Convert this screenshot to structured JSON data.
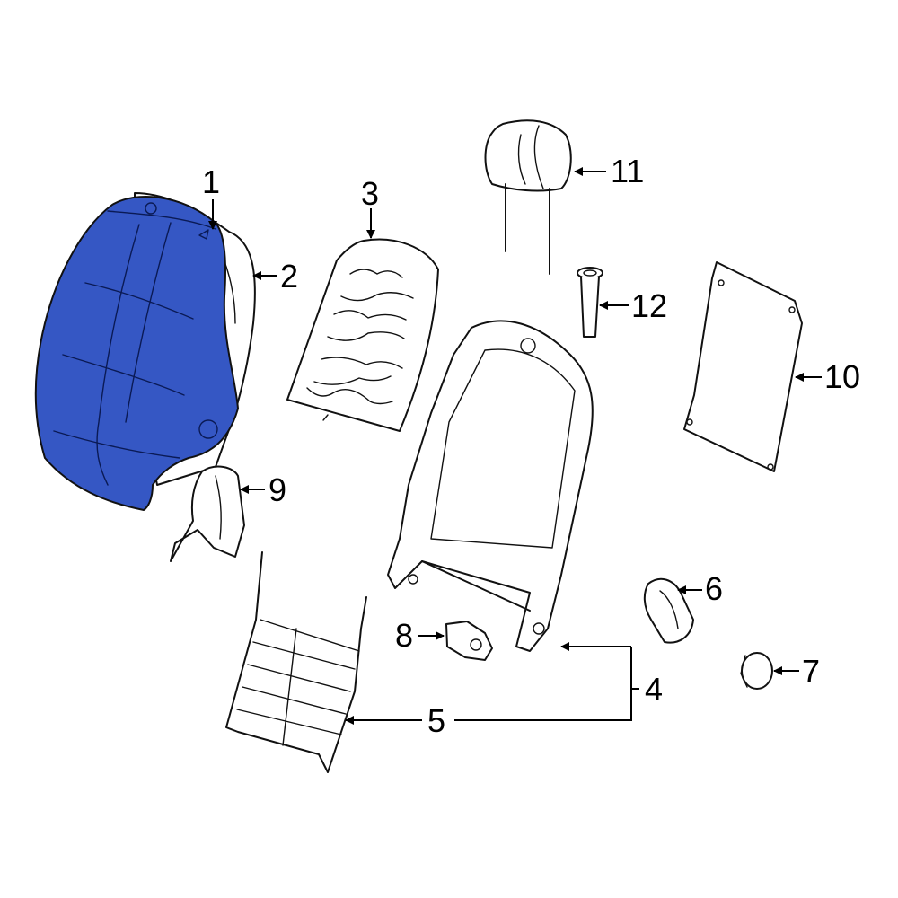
{
  "colors": {
    "background": "#ffffff",
    "line": "#111111",
    "highlight": "#3557c4"
  },
  "callouts": [
    {
      "id": "c1",
      "label": "1"
    },
    {
      "id": "c2",
      "label": "2"
    },
    {
      "id": "c3",
      "label": "3"
    },
    {
      "id": "c4",
      "label": "4"
    },
    {
      "id": "c5",
      "label": "5"
    },
    {
      "id": "c6",
      "label": "6"
    },
    {
      "id": "c7",
      "label": "7"
    },
    {
      "id": "c8",
      "label": "8"
    },
    {
      "id": "c9",
      "label": "9"
    },
    {
      "id": "c10",
      "label": "10"
    },
    {
      "id": "c11",
      "label": "11"
    },
    {
      "id": "c12",
      "label": "12"
    }
  ],
  "highlighted_part": "1"
}
